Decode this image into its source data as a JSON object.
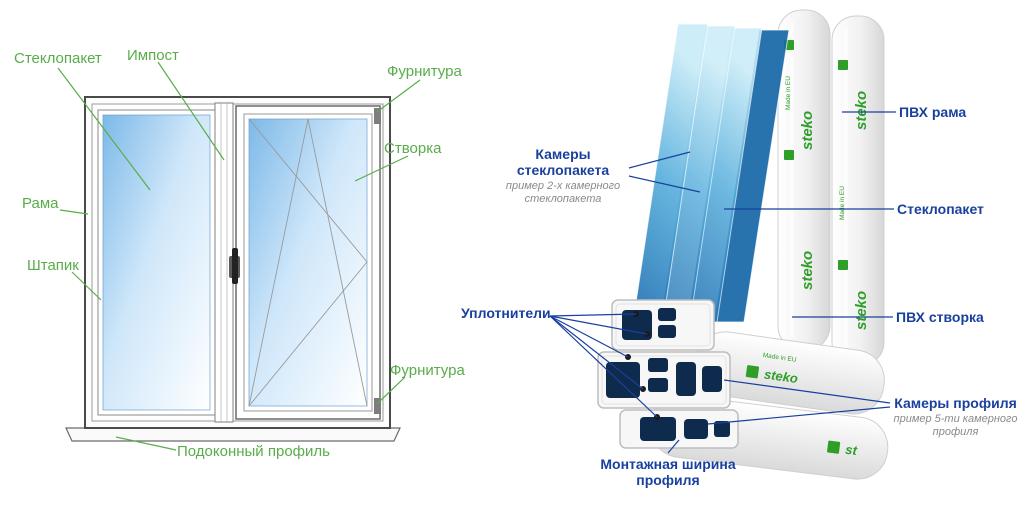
{
  "colors": {
    "green_label": "#58ad4a",
    "blue_label": "#19409e",
    "note_gray": "#8a8a8a",
    "glass_blue": "#1a6cb0",
    "chamber_navy": "#0e2b4d",
    "brand_green": "#2f9e28"
  },
  "window_diagram": {
    "labels": {
      "glazing_unit": "Стеклопакет",
      "mullion": "Импост",
      "hardware_top": "Фурнитура",
      "sash": "Створка",
      "frame": "Рама",
      "glazing_bead": "Штапик",
      "hardware_bottom": "Фурнитура",
      "sill_profile": "Подоконный профиль"
    }
  },
  "profile_diagram": {
    "labels": {
      "glazing_chambers": "Камеры стеклопакета",
      "glazing_chambers_note": "пример 2-х камерного стеклопакета",
      "seals": "Уплотнители",
      "mounting_width": "Монтажная ширина профиля",
      "pvc_frame": "ПВХ рама",
      "glazing_unit": "Стеклопакет",
      "pvc_sash": "ПВХ створка",
      "profile_chambers": "Камеры профиля",
      "profile_chambers_note": "пример 5-ти камерного профиля"
    },
    "brand": "steko",
    "brand_partial": "st",
    "made_in": "Made in EU"
  }
}
